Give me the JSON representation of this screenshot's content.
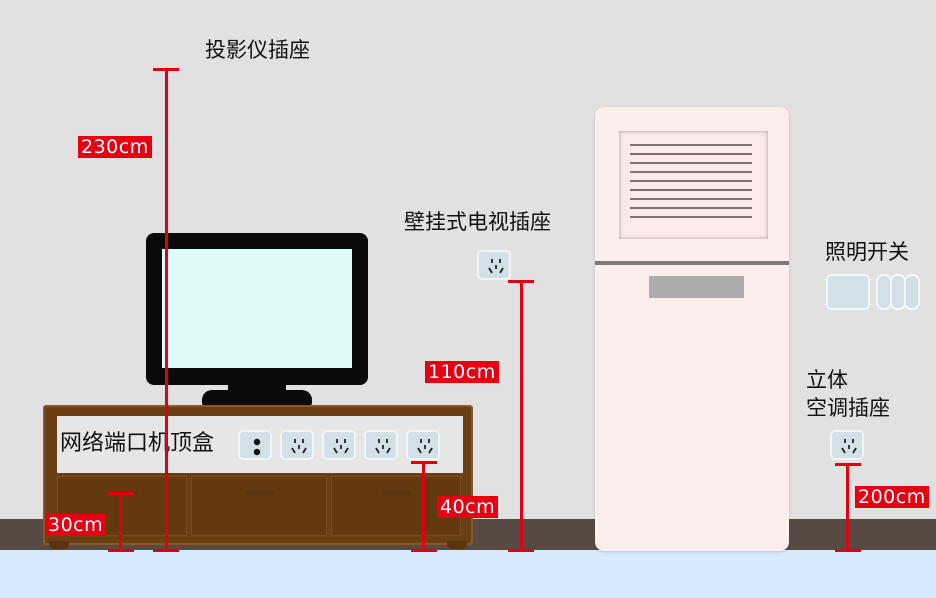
{
  "labels": {
    "projector_socket": "投影仪插座",
    "wall_tv_socket": "壁挂式电视插座",
    "light_switch": "照明开关",
    "ac_socket_line1": "立体",
    "ac_socket_line2": "空调插座",
    "network_settop": "网络端口机顶盒"
  },
  "dimensions": {
    "projector": "230cm",
    "wall_tv": "110cm",
    "cabinet_drawer": "30cm",
    "cabinet_sockets": "40cm",
    "ac": "200cm"
  },
  "icons": {
    "network_port": "network-port-icon",
    "power_socket": "three-pin-socket-icon",
    "switch": "light-switch-icon"
  },
  "colors": {
    "wall": "#e1e1e1",
    "floor": "#d7e9fd",
    "baseboard": "#574a42",
    "dimension_red": "#e60012",
    "cabinet_wood": "#6b3f14",
    "ac_body": "#fdeeee",
    "socket_face": "#d2e0e8",
    "tv_screen": "#dffafb"
  }
}
